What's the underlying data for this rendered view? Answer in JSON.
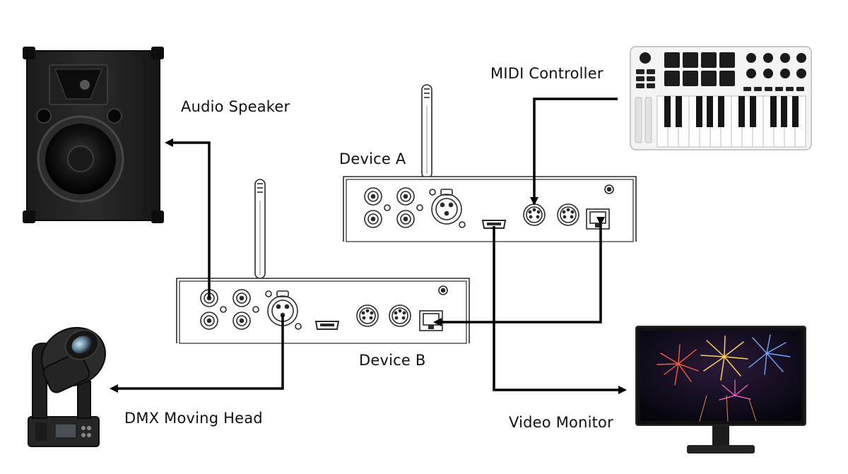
{
  "diagram": {
    "nodes": {
      "audio_speaker": {
        "label": "Audio Speaker"
      },
      "midi_controller": {
        "label": "MIDI Controller"
      },
      "device_a": {
        "label": "Device A"
      },
      "device_b": {
        "label": "Device B"
      },
      "dmx_moving_head": {
        "label": "DMX Moving Head"
      },
      "video_monitor": {
        "label": "Video Monitor"
      }
    },
    "connections": [
      {
        "from": "device_b",
        "to": "audio_speaker",
        "port": "rca-out"
      },
      {
        "from": "midi_controller",
        "to": "device_a",
        "port": "midi-in"
      },
      {
        "from": "device_a",
        "to": "video_monitor",
        "port": "hdmi-out"
      },
      {
        "from": "device_a",
        "to": "device_b",
        "port": "ethernet"
      },
      {
        "from": "device_b",
        "to": "dmx_moving_head",
        "port": "dmx-xlr-out"
      }
    ]
  }
}
